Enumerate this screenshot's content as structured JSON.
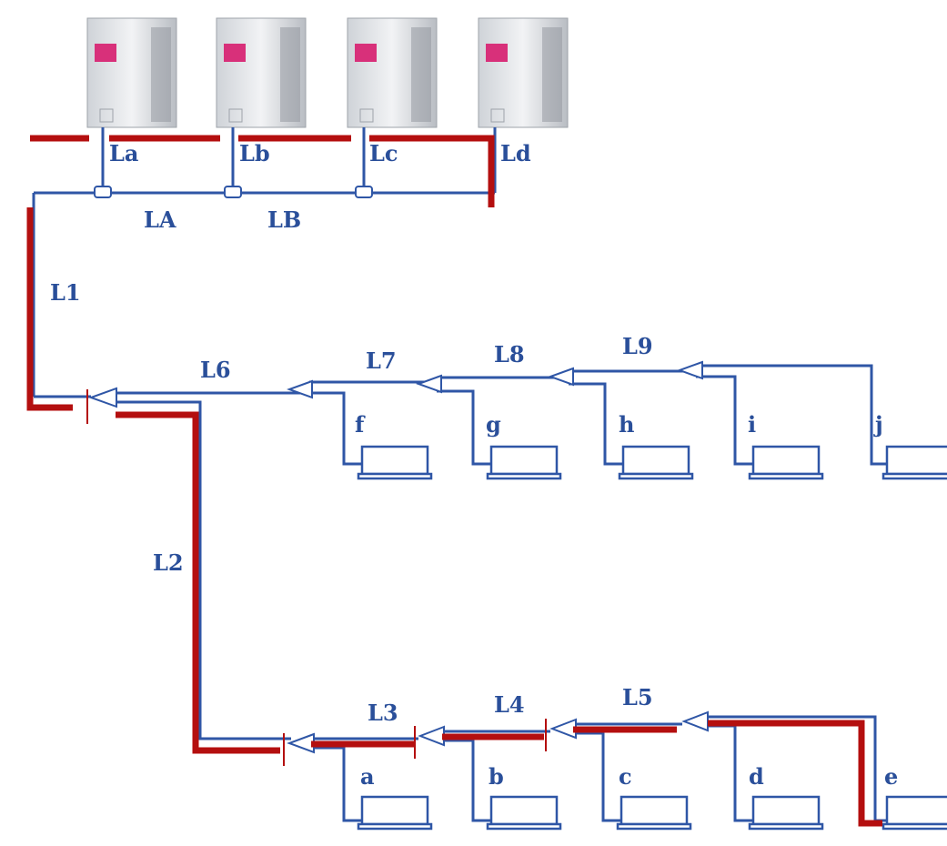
{
  "outdoor_units": {
    "labels": [
      "La",
      "Lb",
      "Lc",
      "Ld"
    ],
    "header_labels": [
      "LA",
      "LB"
    ]
  },
  "main_pipe_label": "L1",
  "upper_branch": {
    "pipe_labels": [
      "L6",
      "L7",
      "L8",
      "L9"
    ],
    "indoor_units": [
      "f",
      "g",
      "h",
      "i",
      "j"
    ]
  },
  "riser_label": "L2",
  "lower_branch": {
    "pipe_labels": [
      "L3",
      "L4",
      "L5"
    ],
    "indoor_units": [
      "a",
      "b",
      "c",
      "d",
      "e"
    ]
  },
  "colors": {
    "pipe": "#2f56a6",
    "highlight": "#b40f0f",
    "label": "#2a4f9a",
    "unit_brand": "#d8307a"
  }
}
